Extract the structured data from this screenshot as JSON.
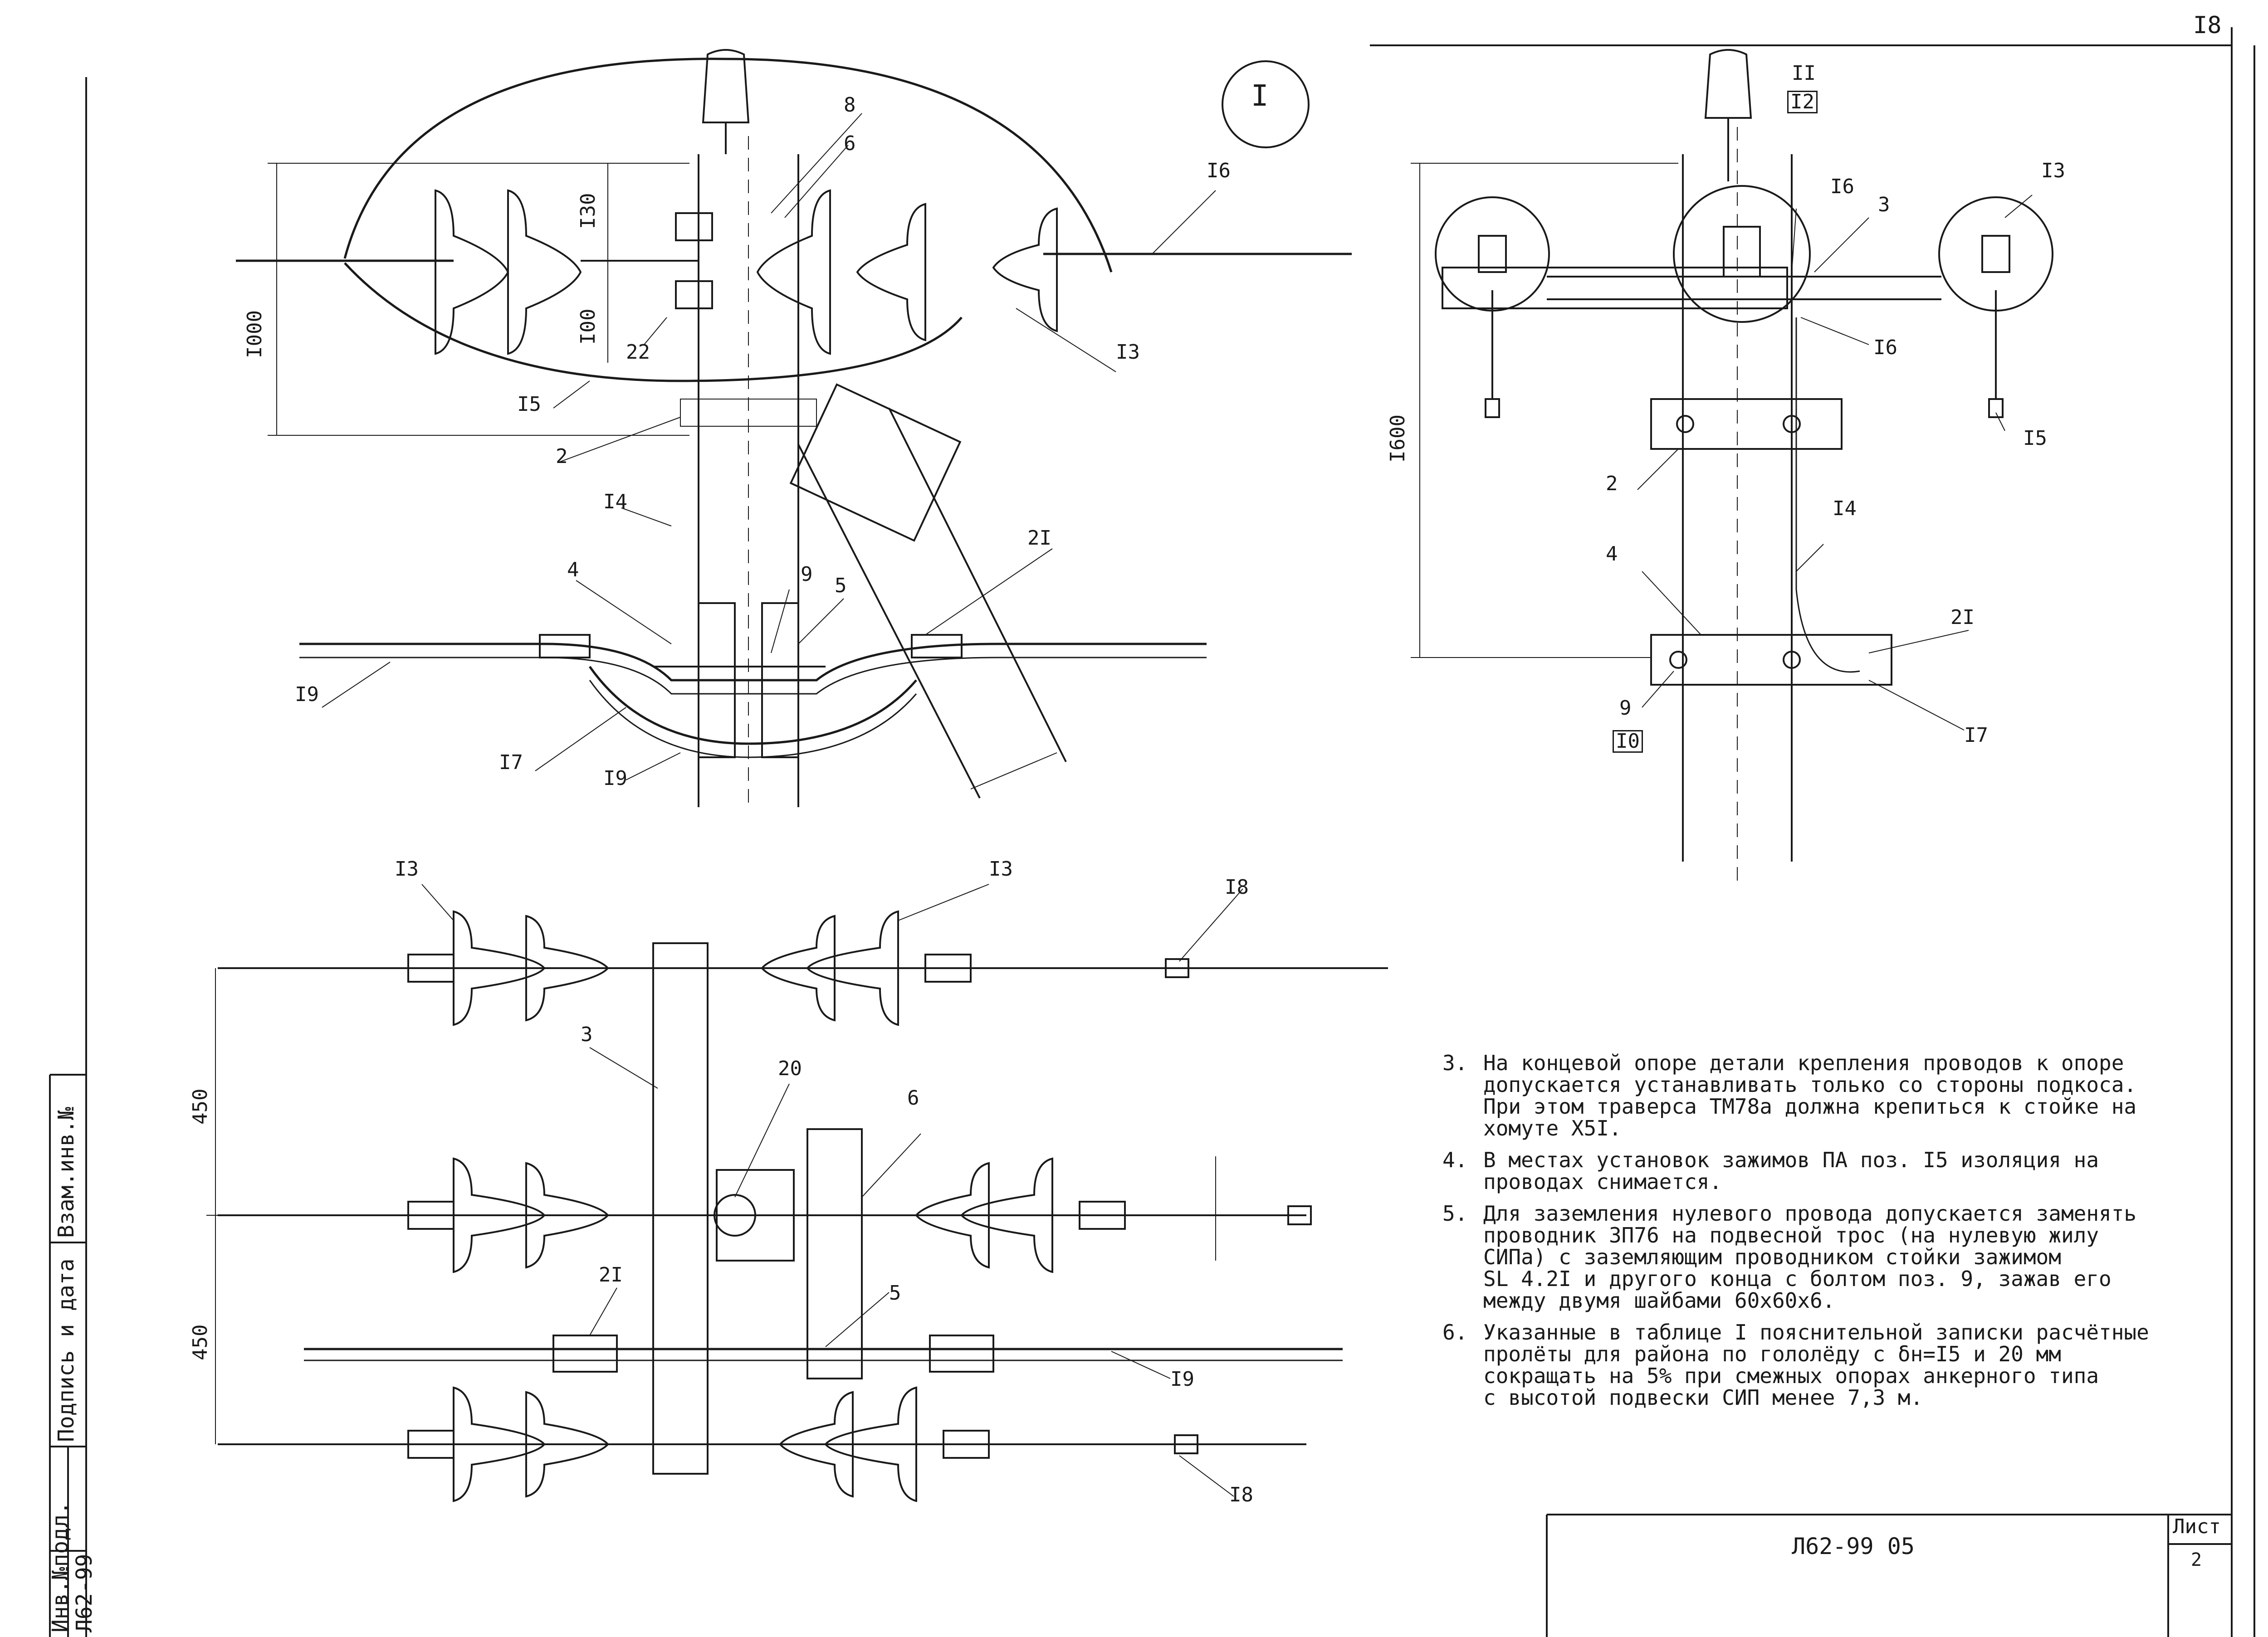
{
  "title_block": {
    "code": "Л62-99 05",
    "sheet_label": "Лист",
    "sheet_number": "2"
  },
  "corner_sheet": "I8",
  "view_marker": "I",
  "side_stamp": {
    "inv_podl": "Инв.№подл.",
    "inv_value": "Л62-99",
    "podpis_data": "Подпись и дата",
    "vzam_inv": "Взам.инв.№"
  },
  "view1": {
    "dims": [
      "I000",
      "I30",
      "I00"
    ],
    "labels": [
      "8",
      "6",
      "I6",
      "I3",
      "22",
      "I5",
      "2",
      "I4",
      "4",
      "9",
      "5",
      "2I",
      "I9",
      "I7",
      "I9"
    ]
  },
  "view2": {
    "dims": [
      "I600"
    ],
    "labels": [
      "II",
      "I2",
      "I6",
      "3",
      "I3",
      "I6",
      "I5",
      "2",
      "I4",
      "4",
      "2I",
      "9",
      "I0",
      "I7"
    ]
  },
  "view3": {
    "dims": [
      "450",
      "450"
    ],
    "labels": [
      "I3",
      "I3",
      "I8",
      "3",
      "20",
      "6",
      "2I",
      "5",
      "I9",
      "I8"
    ]
  },
  "notes": [
    {
      "num": "3.",
      "text": "На концевой опоре детали крепления проводов к опоре\nдопускается устанавливать только со стороны подкоса.\nПри этом траверса ТМ78а должна крепиться к стойке на\nхомуте Х5I."
    },
    {
      "num": "4.",
      "text": "В местах установок зажимов ПА поз. I5 изоляция на\nпроводах снимается."
    },
    {
      "num": "5.",
      "text": "Для заземления нулевого провода допускается заменять\nпроводник ЗП76 на подвесной трос (на нулевую жилу\nСИПа) с заземляющим проводником стойки зажимом\nSL 4.2I и другого конца с болтом поз. 9, зажав его\nмежду двумя шайбами 60х60х6."
    },
    {
      "num": "6.",
      "text": "Указанные в таблице I пояснительной записки расчётные\nпролёты для района по гололёду с  δн=I5 и 20 мм\nсокращать на 5% при смежных опорах анкерного типа\nс высотой подвески СИП менее 7,3 м."
    }
  ]
}
